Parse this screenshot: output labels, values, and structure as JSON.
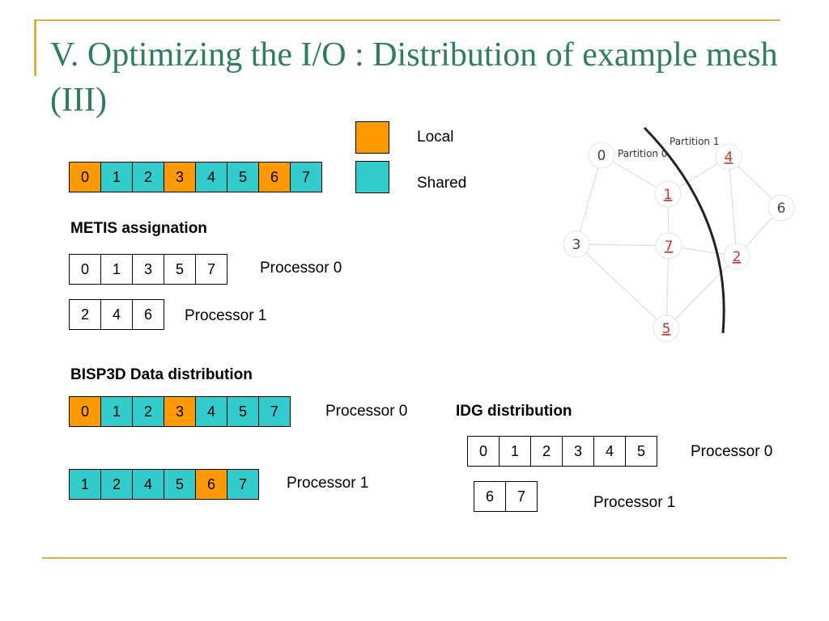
{
  "slide": {
    "title": "V. Optimizing the I/O : Distribution of example mesh (III)"
  },
  "colors": {
    "local": "#FF9900",
    "shared": "#33CCCC",
    "accent": "#E0B040",
    "title": "#2E7D5B",
    "graph_red": "#CC3333"
  },
  "legend": {
    "local_label": "Local",
    "shared_label": "Shared"
  },
  "top_row": [
    {
      "v": "0",
      "t": "local"
    },
    {
      "v": "1",
      "t": "shared"
    },
    {
      "v": "2",
      "t": "shared"
    },
    {
      "v": "3",
      "t": "local"
    },
    {
      "v": "4",
      "t": "shared"
    },
    {
      "v": "5",
      "t": "shared"
    },
    {
      "v": "6",
      "t": "local"
    },
    {
      "v": "7",
      "t": "shared"
    }
  ],
  "metis": {
    "heading": "METIS assignation",
    "p0_label": "Processor 0",
    "p0": [
      {
        "v": "0",
        "t": "plain"
      },
      {
        "v": "1",
        "t": "plain"
      },
      {
        "v": "3",
        "t": "plain"
      },
      {
        "v": "5",
        "t": "plain"
      },
      {
        "v": "7",
        "t": "plain"
      }
    ],
    "p1_label": "Processor 1",
    "p1": [
      {
        "v": "2",
        "t": "plain"
      },
      {
        "v": "4",
        "t": "plain"
      },
      {
        "v": "6",
        "t": "plain"
      }
    ]
  },
  "bisp3d": {
    "heading": "BISP3D Data distribution",
    "p0_label": "Processor 0",
    "p0": [
      {
        "v": "0",
        "t": "local"
      },
      {
        "v": "1",
        "t": "shared"
      },
      {
        "v": "2",
        "t": "shared"
      },
      {
        "v": "3",
        "t": "local"
      },
      {
        "v": "4",
        "t": "shared"
      },
      {
        "v": "5",
        "t": "shared"
      },
      {
        "v": "7",
        "t": "shared"
      }
    ],
    "p1_label": "Processor 1",
    "p1": [
      {
        "v": "1",
        "t": "shared"
      },
      {
        "v": "2",
        "t": "shared"
      },
      {
        "v": "4",
        "t": "shared"
      },
      {
        "v": "5",
        "t": "shared"
      },
      {
        "v": "6",
        "t": "local"
      },
      {
        "v": "7",
        "t": "shared"
      }
    ]
  },
  "idg": {
    "heading": "IDG distribution",
    "p0_label": "Processor 0",
    "p0": [
      {
        "v": "0",
        "t": "plain"
      },
      {
        "v": "1",
        "t": "plain"
      },
      {
        "v": "2",
        "t": "plain"
      },
      {
        "v": "3",
        "t": "plain"
      },
      {
        "v": "4",
        "t": "plain"
      },
      {
        "v": "5",
        "t": "plain"
      }
    ],
    "p1_label": "Processor 1",
    "p1": [
      {
        "v": "6",
        "t": "plain"
      },
      {
        "v": "7",
        "t": "plain"
      }
    ]
  },
  "graph": {
    "partition0_label": "Partition 0",
    "partition1_label": "Partition 1",
    "nodes": [
      {
        "id": "0",
        "red": false
      },
      {
        "id": "1",
        "red": true
      },
      {
        "id": "2",
        "red": true
      },
      {
        "id": "3",
        "red": false
      },
      {
        "id": "4",
        "red": true
      },
      {
        "id": "5",
        "red": true
      },
      {
        "id": "6",
        "red": false
      },
      {
        "id": "7",
        "red": true
      }
    ],
    "edges": [
      [
        "0",
        "1"
      ],
      [
        "0",
        "3"
      ],
      [
        "1",
        "4"
      ],
      [
        "1",
        "7"
      ],
      [
        "4",
        "6"
      ],
      [
        "4",
        "2"
      ],
      [
        "6",
        "2"
      ],
      [
        "3",
        "7"
      ],
      [
        "7",
        "2"
      ],
      [
        "3",
        "5"
      ],
      [
        "7",
        "5"
      ],
      [
        "2",
        "5"
      ]
    ]
  }
}
